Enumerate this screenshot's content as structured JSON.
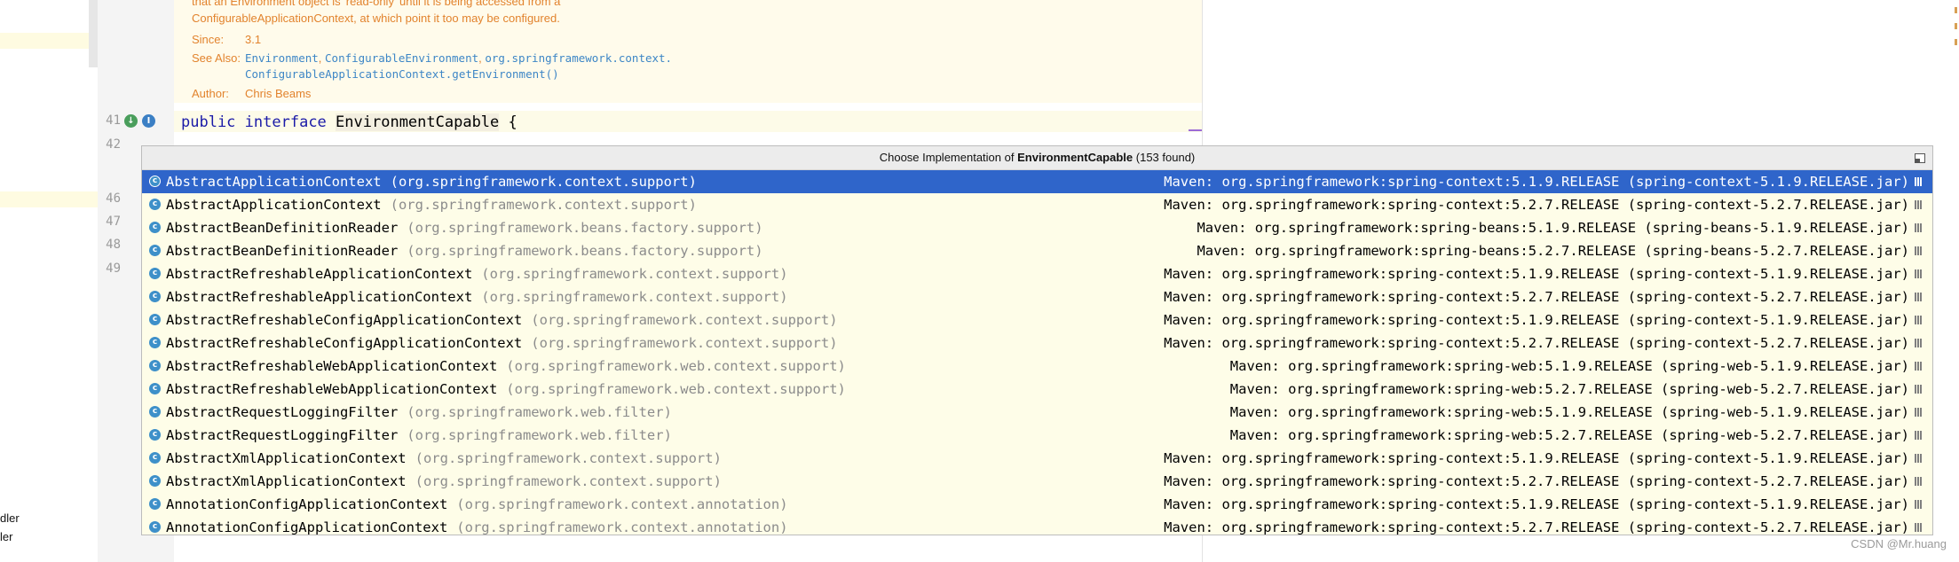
{
  "sidebar": {
    "fragment1": "dler",
    "fragment2": "ler"
  },
  "gutter": {
    "line_numbers": [
      "41",
      "42",
      "46",
      "47",
      "48",
      "49"
    ],
    "implemented_icon": "implemented-icon",
    "override_icon": "override-icon"
  },
  "javadoc": {
    "text_line1": "that an Environment object is 'read-only' until it is being accessed from a",
    "text_line2": "ConfigurableApplicationContext, at which point it too may be configured.",
    "since_label": "Since:",
    "since_value": "3.1",
    "see_also_label": "See Also:",
    "see_also_link1": "Environment",
    "see_also_link2": "ConfigurableEnvironment",
    "see_also_link3": "org.springframework.context.",
    "see_also_link4": "ConfigurableApplicationContext.getEnvironment()",
    "author_label": "Author:",
    "author_value": "Chris Beams"
  },
  "code": {
    "kw1": "public",
    "kw2": "interface",
    "class_name": "EnvironmentCapable",
    "brace": "{"
  },
  "popup": {
    "title_prefix": "Choose Implementation of",
    "title_class": "EnvironmentCapable",
    "title_count": "(153 found)",
    "rows": [
      {
        "name": "AbstractApplicationContext",
        "pkg": "(org.springframework.context.support)",
        "src": "Maven: org.springframework:spring-context:5.1.9.RELEASE (spring-context-5.1.9.RELEASE.jar)"
      },
      {
        "name": "AbstractApplicationContext",
        "pkg": "(org.springframework.context.support)",
        "src": "Maven: org.springframework:spring-context:5.2.7.RELEASE (spring-context-5.2.7.RELEASE.jar)"
      },
      {
        "name": "AbstractBeanDefinitionReader",
        "pkg": "(org.springframework.beans.factory.support)",
        "src": "Maven: org.springframework:spring-beans:5.1.9.RELEASE (spring-beans-5.1.9.RELEASE.jar)"
      },
      {
        "name": "AbstractBeanDefinitionReader",
        "pkg": "(org.springframework.beans.factory.support)",
        "src": "Maven: org.springframework:spring-beans:5.2.7.RELEASE (spring-beans-5.2.7.RELEASE.jar)"
      },
      {
        "name": "AbstractRefreshableApplicationContext",
        "pkg": "(org.springframework.context.support)",
        "src": "Maven: org.springframework:spring-context:5.1.9.RELEASE (spring-context-5.1.9.RELEASE.jar)"
      },
      {
        "name": "AbstractRefreshableApplicationContext",
        "pkg": "(org.springframework.context.support)",
        "src": "Maven: org.springframework:spring-context:5.2.7.RELEASE (spring-context-5.2.7.RELEASE.jar)"
      },
      {
        "name": "AbstractRefreshableConfigApplicationContext",
        "pkg": "(org.springframework.context.support)",
        "src": "Maven: org.springframework:spring-context:5.1.9.RELEASE (spring-context-5.1.9.RELEASE.jar)"
      },
      {
        "name": "AbstractRefreshableConfigApplicationContext",
        "pkg": "(org.springframework.context.support)",
        "src": "Maven: org.springframework:spring-context:5.2.7.RELEASE (spring-context-5.2.7.RELEASE.jar)"
      },
      {
        "name": "AbstractRefreshableWebApplicationContext",
        "pkg": "(org.springframework.web.context.support)",
        "src": "Maven: org.springframework:spring-web:5.1.9.RELEASE (spring-web-5.1.9.RELEASE.jar)"
      },
      {
        "name": "AbstractRefreshableWebApplicationContext",
        "pkg": "(org.springframework.web.context.support)",
        "src": "Maven: org.springframework:spring-web:5.2.7.RELEASE (spring-web-5.2.7.RELEASE.jar)"
      },
      {
        "name": "AbstractRequestLoggingFilter",
        "pkg": "(org.springframework.web.filter)",
        "src": "Maven: org.springframework:spring-web:5.1.9.RELEASE (spring-web-5.1.9.RELEASE.jar)"
      },
      {
        "name": "AbstractRequestLoggingFilter",
        "pkg": "(org.springframework.web.filter)",
        "src": "Maven: org.springframework:spring-web:5.2.7.RELEASE (spring-web-5.2.7.RELEASE.jar)"
      },
      {
        "name": "AbstractXmlApplicationContext",
        "pkg": "(org.springframework.context.support)",
        "src": "Maven: org.springframework:spring-context:5.1.9.RELEASE (spring-context-5.1.9.RELEASE.jar)"
      },
      {
        "name": "AbstractXmlApplicationContext",
        "pkg": "(org.springframework.context.support)",
        "src": "Maven: org.springframework:spring-context:5.2.7.RELEASE (spring-context-5.2.7.RELEASE.jar)"
      },
      {
        "name": "AnnotationConfigApplicationContext",
        "pkg": "(org.springframework.context.annotation)",
        "src": "Maven: org.springframework:spring-context:5.1.9.RELEASE (spring-context-5.1.9.RELEASE.jar)"
      },
      {
        "name": "AnnotationConfigApplicationContext",
        "pkg": "(org.springframework.context.annotation)",
        "src": "Maven: org.springframework:spring-context:5.2.7.RELEASE (spring-context-5.2.7.RELEASE.jar)"
      }
    ],
    "row_icon": "class-icon",
    "row_icon_letter": "c",
    "library_icon": "library-icon",
    "pin_icon": "pin-icon",
    "selected_index": 0
  },
  "watermark": "CSDN @Mr.huang",
  "colors": {
    "selection": "#2f65ca",
    "popup_bg": "#fefde8",
    "doc_orange": "#e2832d",
    "link_blue": "#3d86c6",
    "keyword": "#1b1ba8",
    "package_gray": "#8c8c8c"
  }
}
